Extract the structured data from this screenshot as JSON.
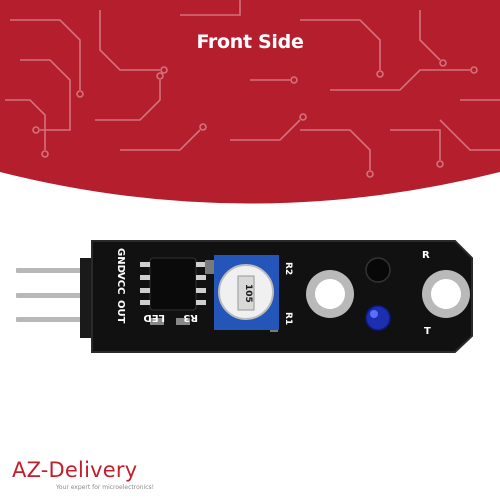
{
  "banner": {
    "title": "Front Side",
    "color": "#b51f2d",
    "trace_color": "#d9808a"
  },
  "board": {
    "pins": [
      "GND",
      "VCC",
      "OUT"
    ],
    "labels": {
      "r3": "R3",
      "led": "LED",
      "pot": "105",
      "r": "R",
      "t": "T",
      "r_side1": "R2",
      "r_side2": "R1"
    }
  },
  "brand": {
    "name": "AZ-Delivery",
    "tagline": "Your expert for microelectronics!"
  }
}
